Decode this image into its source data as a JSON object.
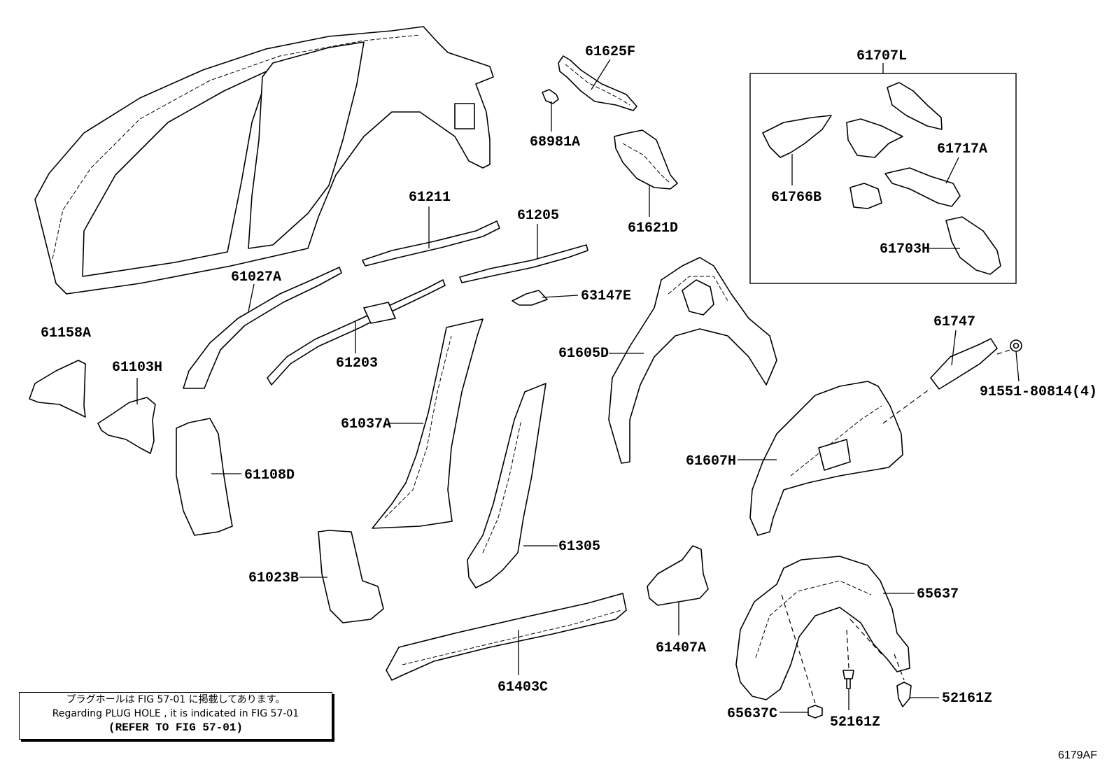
{
  "labels": {
    "p61625F": "61625F",
    "p68981A": "68981A",
    "p61621D": "61621D",
    "p61707L": "61707L",
    "p61717A": "61717A",
    "p61766B": "61766B",
    "p61703H": "61703H",
    "p61211": "61211",
    "p61205": "61205",
    "p61027A": "61027A",
    "p63147E": "63147E",
    "p61203": "61203",
    "p61605D": "61605D",
    "p61158A": "61158A",
    "p61103H": "61103H",
    "p61037A": "61037A",
    "p61747": "61747",
    "p91551": "91551-80814(4)",
    "p61108D": "61108D",
    "p61607H": "61607H",
    "p61305": "61305",
    "p61023B": "61023B",
    "p65637": "65637",
    "p61407A": "61407A",
    "p61403C": "61403C",
    "p52161Z_r": "52161Z",
    "p65637C": "65637C",
    "p52161Z_b": "52161Z"
  },
  "note": {
    "line1": "プラグホールは FIG 57-01 に掲載してあります。",
    "line2": "Regarding  PLUG  HOLE , it is indicated in  FIG  57-01",
    "line3": "(REFER TO FIG 57-01)"
  },
  "figure_code": "6179AF"
}
